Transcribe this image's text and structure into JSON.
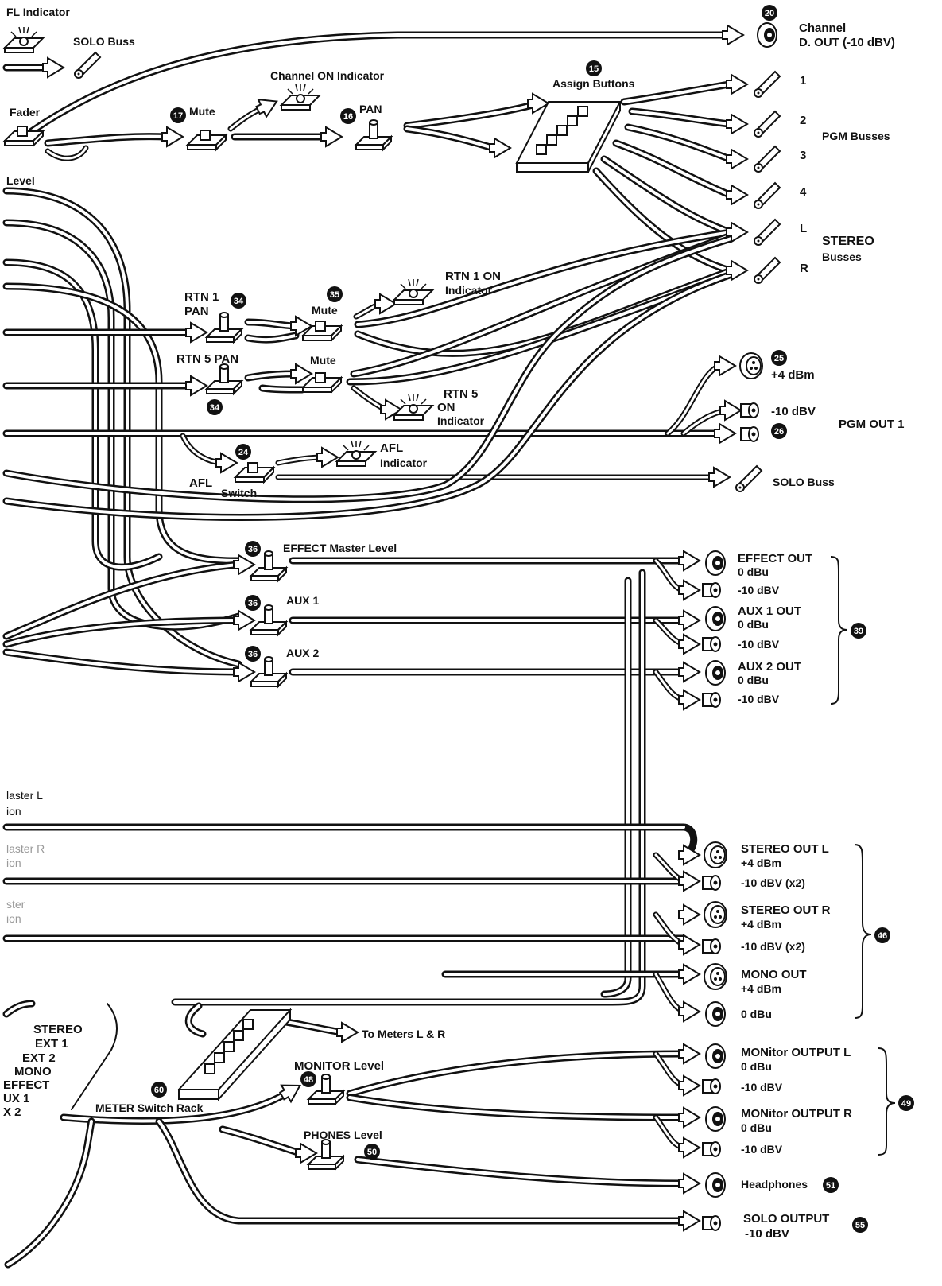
{
  "labels": {
    "afl_indicator_top": "FL Indicator",
    "solo_buss_top": "SOLO Buss",
    "channel_d_out_1": "Channel",
    "channel_d_out_2": "D. OUT (-10 dBV)",
    "channel_on_indicator": "Channel ON Indicator",
    "fader": "Fader",
    "level": "Level",
    "mute": "Mute",
    "pan": "PAN",
    "assign_buttons": "Assign Buttons",
    "bus_1": "1",
    "bus_2": "2",
    "bus_3": "3",
    "bus_4": "4",
    "bus_l": "L",
    "bus_r": "R",
    "pgm_busses": "PGM Busses",
    "stereo_busses_1": "STEREO",
    "stereo_busses_2": "Busses",
    "rtn1_pan_1": "RTN 1",
    "rtn1_pan_2": "PAN",
    "rtn1_mute": "Mute",
    "rtn1_on_1": "RTN 1 ON",
    "rtn1_on_2": "Indicator",
    "rtn5_pan": "RTN 5 PAN",
    "rtn5_mute": "Mute",
    "rtn5_on_1": "RTN 5",
    "rtn5_on_2": "ON",
    "rtn5_on_3": "Indicator",
    "pgm_out_plus4": "+4 dBm",
    "pgm_out_minus10": "-10 dBV",
    "pgm_out_1": "PGM OUT 1",
    "afl_indicator_1": "AFL",
    "afl_indicator_2": "Indicator",
    "afl_switch_1": "AFL",
    "afl_switch_2": "Switch",
    "solo_buss": "SOLO Buss",
    "effect_master_level": "EFFECT Master Level",
    "aux1": "AUX 1",
    "aux2": "AUX 2",
    "effect_out_1": "EFFECT OUT",
    "effect_out_2": "0 dBu",
    "effect_out_3": "-10 dBV",
    "aux1_out_1": "AUX 1 OUT",
    "aux1_out_2": "0 dBu",
    "aux1_out_3": "-10 dBV",
    "aux2_out_1": "AUX 2 OUT",
    "aux2_out_2": "0 dBu",
    "aux2_out_3": "-10 dBV",
    "master_l_1": "laster L",
    "master_l_2": "ion",
    "master_r_1": "laster R",
    "master_r_2": "ion",
    "master_x_1": "ster",
    "master_x_2": "ion",
    "stereo_out_l_1": "STEREO OUT L",
    "stereo_out_l_2": "+4 dBm",
    "stereo_out_l_3": "-10 dBV (x2)",
    "stereo_out_r_1": "STEREO OUT R",
    "stereo_out_r_2": "+4 dBm",
    "stereo_out_r_3": "-10 dBV (x2)",
    "mono_out_1": "MONO OUT",
    "mono_out_2": "+4 dBm",
    "mono_out_3": "0 dBu",
    "meter_src_1": "STEREO",
    "meter_src_2": "EXT 1",
    "meter_src_3": "EXT 2",
    "meter_src_4": "MONO",
    "meter_src_5": "EFFECT",
    "meter_src_6": "UX 1",
    "meter_src_7": "X 2",
    "to_meters": "To Meters L & R",
    "monitor_level": "MONITOR Level",
    "meter_switch_rack": "METER Switch Rack",
    "mon_out_l_1": "MONitor OUTPUT L",
    "mon_out_l_2": "0 dBu",
    "mon_out_l_3": "-10 dBV",
    "mon_out_r_1": "MONitor OUTPUT R",
    "mon_out_r_2": "0 dBu",
    "mon_out_r_3": "-10 dBV",
    "phones_level": "PHONES Level",
    "headphones": "Headphones",
    "solo_output_1": "SOLO OUTPUT",
    "solo_output_2": "-10 dBV"
  },
  "badges": {
    "b15": "15",
    "b16": "16",
    "b17": "17",
    "b20": "20",
    "b24": "24",
    "b25": "25",
    "b26": "26",
    "b34a": "34",
    "b34b": "34",
    "b35": "35",
    "b36a": "36",
    "b36b": "36",
    "b36c": "36",
    "b39": "39",
    "b46": "46",
    "b48": "48",
    "b49": "49",
    "b50": "50",
    "b51": "51",
    "b55": "55",
    "b60": "60"
  }
}
